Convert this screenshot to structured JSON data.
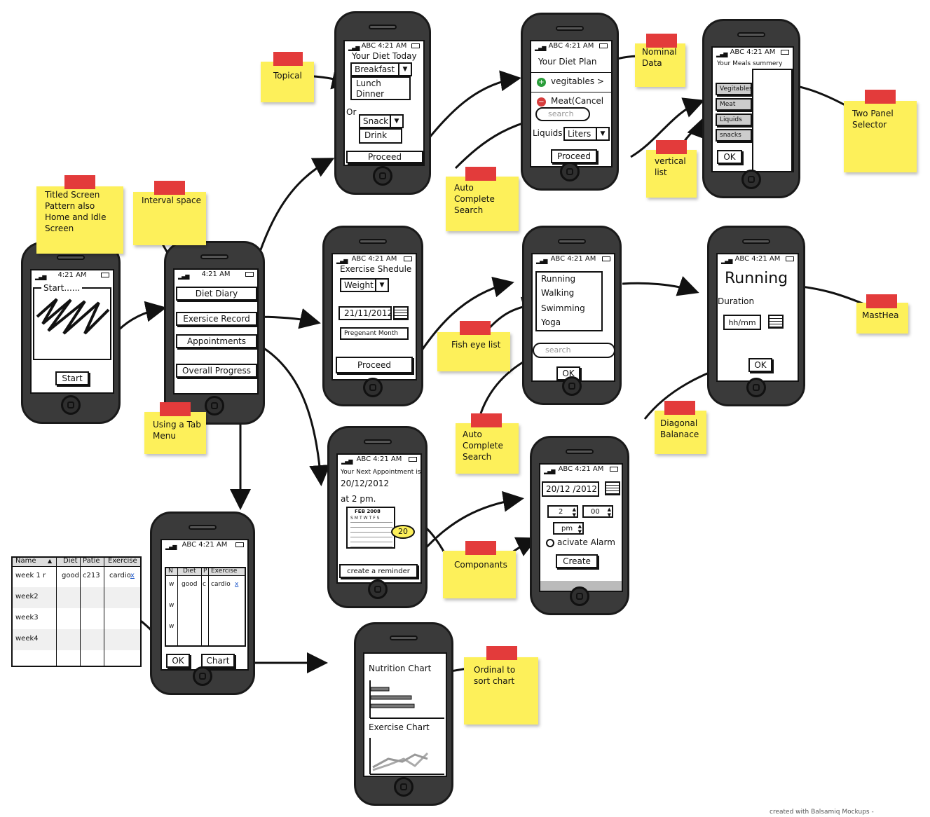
{
  "status_bar": {
    "carrier": "ABC",
    "time": "4:21 AM"
  },
  "home": {
    "title": "Start......",
    "start_button": "Start"
  },
  "menu": {
    "items": [
      "Diet Diary",
      "Exersice Record",
      "Appointments",
      "Overall Progress"
    ]
  },
  "diet_today": {
    "title": "Your Diet Today",
    "meal_select": "Breakfast",
    "meal_options": [
      "Lunch",
      "Dinner"
    ],
    "or_label": "Or",
    "snack_select": "Snack",
    "snack_options": [
      "Drink"
    ],
    "proceed": "Proceed"
  },
  "diet_plan": {
    "title": "Your Diet Plan",
    "item_add": "vegitables >",
    "item_remove": "Meat(Cancel",
    "search_placeholder": "search",
    "liquids_label": "Liquids",
    "liquids_select": "Liters",
    "proceed": "Proceed"
  },
  "meals_summary": {
    "title": "Your Meals summery",
    "items": [
      "Vegitables",
      "Meat",
      "Liquids",
      "snacks"
    ],
    "ok": "OK"
  },
  "exercise": {
    "title": "Exercise Shedule",
    "type_select": "Weight",
    "date": "21/11/2012",
    "field": "Pregenant Month",
    "proceed": "Proceed"
  },
  "exercise_list": {
    "items": [
      "Running",
      "Walking",
      "Swimming",
      "Yoga"
    ],
    "search_placeholder": "search",
    "ok": "OK"
  },
  "running": {
    "title": "Running",
    "duration_label": "Duration",
    "duration_value": "hh/mm",
    "ok": "OK"
  },
  "appointment": {
    "line1": "Your Next Appointment is..",
    "date": "20/12/2012",
    "time": "at 2 pm.",
    "month": "FEB 2008",
    "days_header": "SMTWTFS",
    "callout_day": "20",
    "reminder": "create a reminder"
  },
  "reminder": {
    "date": "20/12 /2012",
    "hour": "2",
    "minute": "00",
    "ampm": "pm",
    "alarm_label": "acivate Alarm",
    "create": "Create"
  },
  "progress": {
    "columns": [
      "N",
      "Diet",
      "P",
      "Exercise"
    ],
    "rows": [
      {
        "name": "w",
        "diet": "good",
        "p": "c",
        "exercise": "cardio",
        "x": "x"
      },
      {
        "name": "w"
      },
      {
        "name": "w"
      }
    ],
    "ok": "OK",
    "chart": "Chart"
  },
  "big_table": {
    "columns": [
      "Name",
      "Diet",
      "Patie",
      "Exercise"
    ],
    "rows": [
      {
        "name": "week 1 r",
        "diet": "good",
        "patie": "c213",
        "exercise": "cardio",
        "x": "x"
      },
      {
        "name": "week2",
        "diet": "",
        "patie": "",
        "exercise": "",
        "x": ""
      },
      {
        "name": "week3",
        "diet": "",
        "patie": "",
        "exercise": "",
        "x": ""
      },
      {
        "name": "week4",
        "diet": "",
        "patie": "",
        "exercise": "",
        "x": ""
      }
    ]
  },
  "charts": {
    "nutrition": "Nutrition Chart",
    "exercise": "Exercise Chart"
  },
  "notes": {
    "titled": "Titled Screen Pattern also Home and Idle  Screen",
    "interval": "Interval space",
    "tab_menu": "Using a Tab Menu",
    "topical": "Topical",
    "nominal": "Nominal Data",
    "autocomplete1": "Auto Complete Search",
    "vertical": "vertical list",
    "two_panel": "Two Panel Selector",
    "fisheye": "Fish eye list",
    "autocomplete2": "Auto Complete Search",
    "masthead": "MastHea",
    "diagonal": "Diagonal Balanace",
    "components": "Componants",
    "ordinal": "Ordinal to sort chart"
  },
  "footer": "created with Balsamiq Mockups -"
}
